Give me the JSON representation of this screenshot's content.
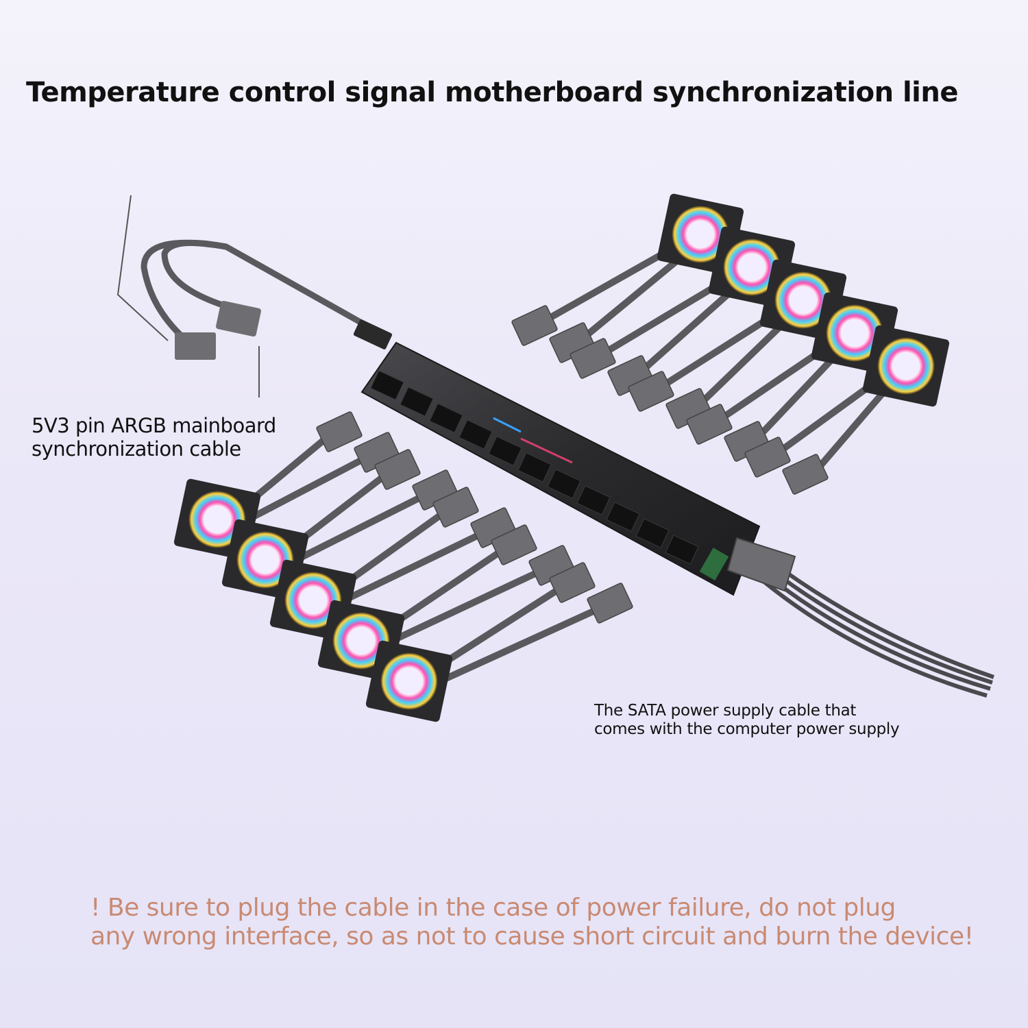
{
  "title": "Temperature control signal motherboard synchronization line",
  "labels": {
    "argb_line1": "5V3 pin ARGB mainboard",
    "argb_line2": "synchronization cable",
    "sata_line1": "The SATA power supply cable that",
    "sata_line2": "comes with the computer power supply"
  },
  "warning": {
    "line1": "! Be sure to plug the cable in the case of power failure, do not plug",
    "line2": "any wrong interface, so as not to cause short circuit and burn the device!"
  },
  "fan_count_right": 5,
  "fan_count_left": 5,
  "colors": {
    "warning": "#c98a72",
    "hub": "#2b2b2e",
    "cable": "#5a5a5e",
    "connector": "#6e6e72"
  }
}
